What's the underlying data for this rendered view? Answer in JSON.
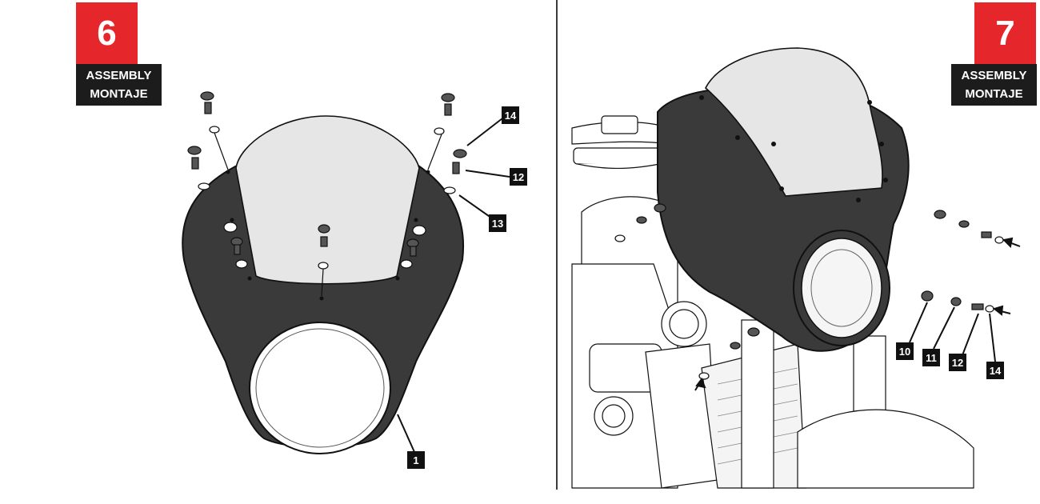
{
  "colors": {
    "step_badge": "#e5262b",
    "label_bg": "#1c1c1c",
    "part_fill": "#3a3a3a",
    "screen_fill": "#e6e6e6"
  },
  "steps": [
    {
      "number": "6",
      "label_line1": "ASSEMBLY",
      "label_line2": "MONTAJE",
      "callouts": [
        "14",
        "12",
        "13",
        "1"
      ]
    },
    {
      "number": "7",
      "label_line1": "ASSEMBLY",
      "label_line2": "MONTAJE",
      "callouts": [
        "10",
        "11",
        "12",
        "14"
      ]
    }
  ]
}
